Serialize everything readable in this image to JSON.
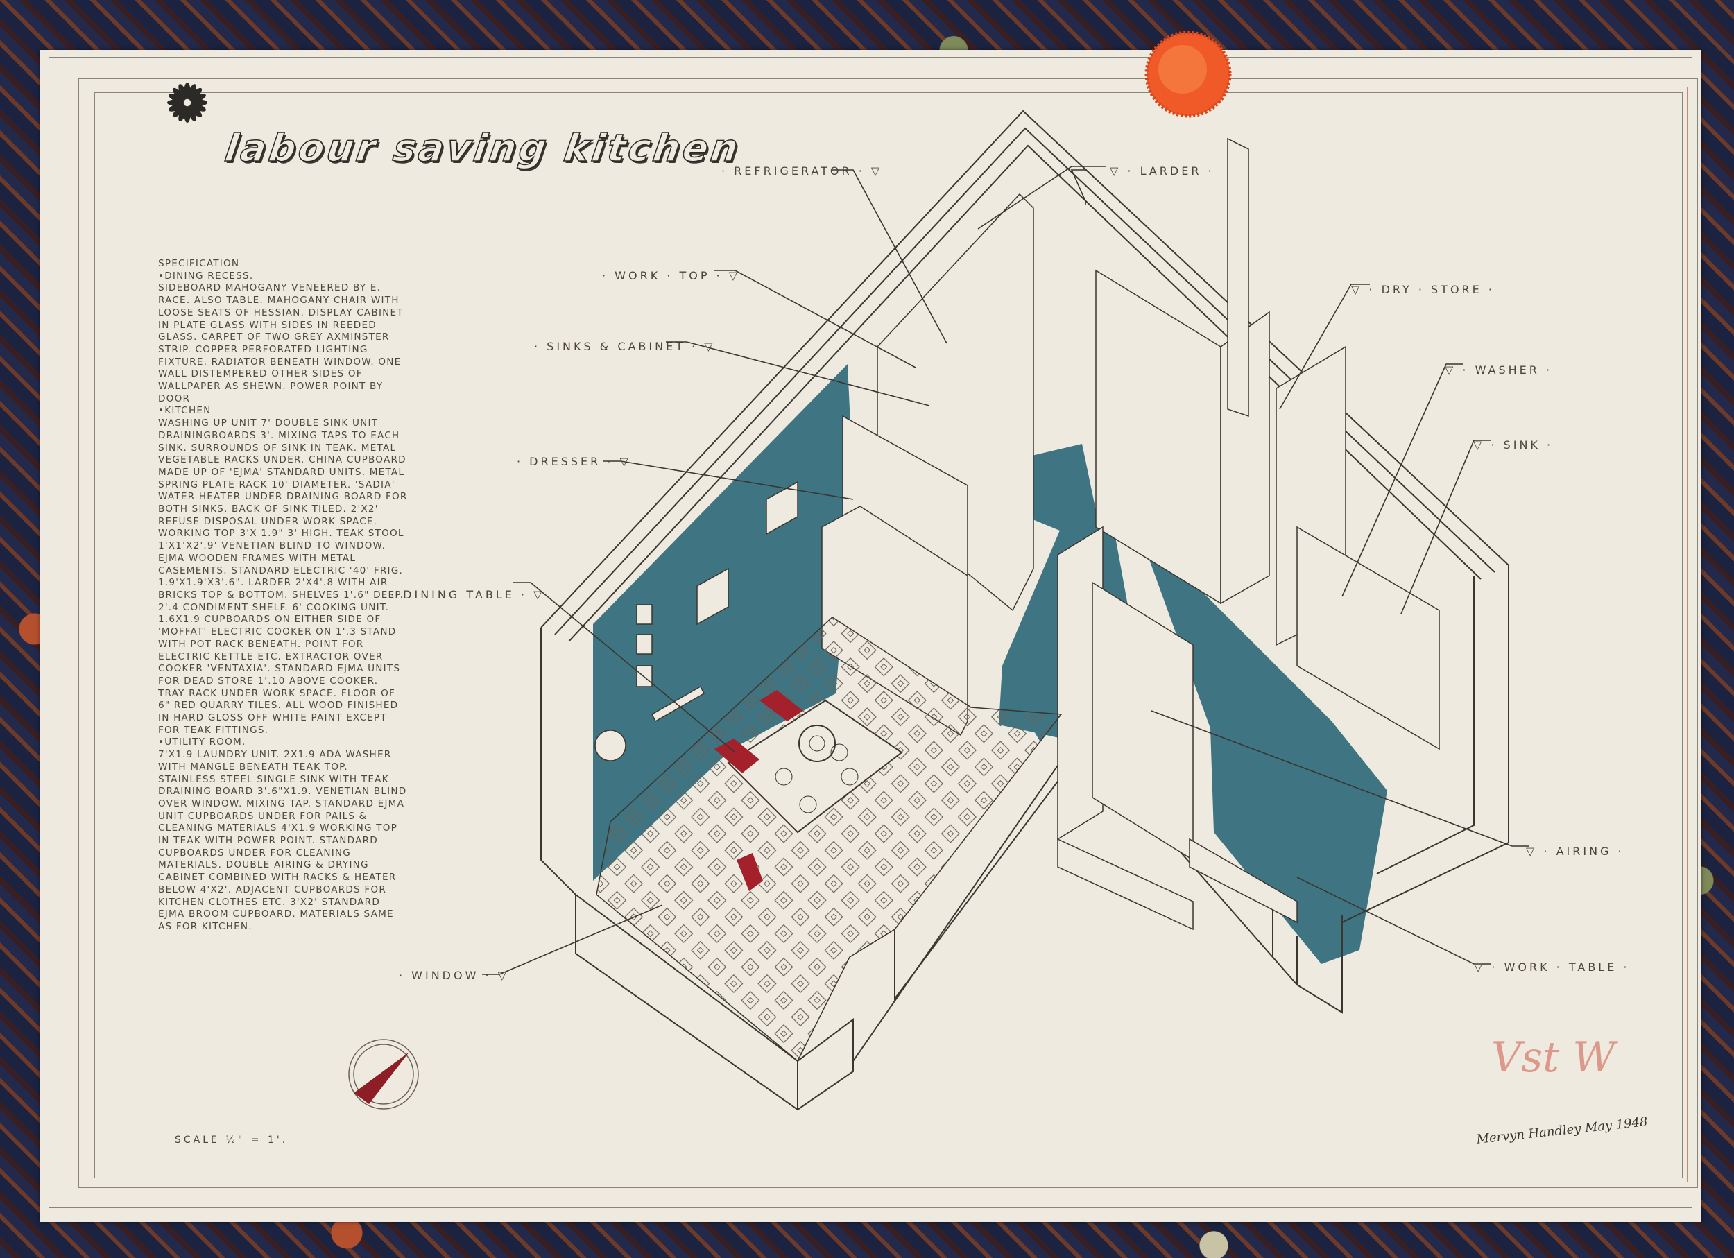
{
  "drawing": {
    "title": "labour saving kitchen",
    "scale_note": "SCALE ½\" = 1'.",
    "signature": "Mervyn Handley May 1948",
    "red_pencil_mark": "Vst W",
    "colors": {
      "paper": "#efeadf",
      "teal_wall": "#3f7482",
      "red_seat": "#a4202a",
      "ink": "#3a3630",
      "seal_orange": "#f05a28",
      "frame_red": "#c08a76"
    },
    "icons": [
      "sunburst-ornament-icon",
      "compass-north-arrow-icon",
      "red-seal-icon"
    ]
  },
  "specification": {
    "heading": "SPECIFICATION",
    "sections": [
      {
        "title": "•DINING RECESS.",
        "text": "SIDEBOARD MAHOGANY VENEERED by E. RACE. ALSO TABLE. MAHOGANY CHAIR WITH LOOSE SEATS OF HESSIAN. DISPLAY CABINET IN PLATE GLASS WITH SIDES IN REEDED GLASS. CARPET OF TWO GREY AXMINSTER STRIP. COPPER PERFORATED LIGHTING FIXTURE. RADIATOR BENEATH WINDOW. ONE WALL DISTEMPERED OTHER SIDES OF WALLPAPER AS SHEWN. POWER POINT BY DOOR"
      },
      {
        "title": "•KITCHEN",
        "text": "WASHING UP UNIT 7' DOUBLE SINK UNIT DRAININGBOARDS 3'. MIXING TAPS TO EACH SINK. SURROUNDS OF SINK IN TEAK. METAL VEGETABLE RACKS UNDER. CHINA CUPBOARD MADE UP OF 'EJMA' STANDARD UNITS. METAL SPRING PLATE RACK 10' DIAMETER. 'SADIA' WATER HEATER UNDER DRAINING BOARD FOR BOTH SINKS. BACK OF SINK TILED. 2'x2' REFUSE DISPOSAL UNDER WORK SPACE. WORKING TOP 3'x 1.9\" 3' HIGH. TEAK STOOL 1'x1'x2'.9' VENETIAN BLIND TO WINDOW. EJMA WOODEN FRAMES WITH METAL CASEMENTS. STANDARD ELECTRIC '40' FRIG. 1.9'x1.9'x3'.6\". LARDER 2'x4'.8 WITH AIR BRICKS TOP & BOTTOM. SHELVES 1'.6\" DEEP. 2'.4 CONDIMENT SHELF. 6' COOKING UNIT. 1.6x1.9 CUPBOARDS ON EITHER SIDE OF 'MOFFAT' ELECTRIC COOKER ON 1'.3 STAND WITH POT RACK BENEATH. POINT FOR ELECTRIC KETTLE ETC. EXTRACTOR OVER COOKER 'VENTAXIA'. STANDARD EJMA UNITS FOR DEAD STORE 1'.10 ABOVE COOKER. TRAY RACK UNDER WORK SPACE. FLOOR OF 6\" RED QUARRY TILES. ALL WOOD FINISHED IN HARD GLOSS OFF WHITE PAINT EXCEPT FOR TEAK FITTINGS."
      },
      {
        "title": "•UTILITY ROOM.",
        "text": "7'x1.9 LAUNDRY UNIT. 2x1.9 ADA WASHER WITH MANGLE BENEATH TEAK TOP. STAINLESS STEEL SINGLE SINK WITH TEAK DRAINING BOARD 3'.6\"x1.9. VENETIAN BLIND OVER WINDOW. MIXING TAP. STANDARD EJMA UNIT CUPBOARDS UNDER FOR PAILS & CLEANING MATERIALS 4'x1.9 WORKING TOP IN TEAK WITH POWER POINT. STANDARD CUPBOARDS UNDER FOR CLEANING MATERIALS. DOUBLE AIRING & DRYING CABINET COMBINED WITH RACKS & HEATER BELOW 4'x2'. ADJACENT CUPBOARDS FOR KITCHEN CLOTHES ETC. 3'x2' STANDARD EJMA BROOM CUPBOARD. MATERIALS SAME AS FOR KITCHEN."
      }
    ]
  },
  "callouts": {
    "refrigerator": "· REFRIGERATOR · ▽",
    "larder": "▽ · LARDER ·",
    "work_top": "· WORK · TOP · ▽",
    "sinks_cabinet": "· SINKS & CABINET · ▽",
    "dry_store": "▽ · DRY · STORE ·",
    "washer": "▽ · WASHER ·",
    "sink": "▽ · SINK ·",
    "dresser": "· DRESSER · ▽",
    "dining_table": "· DINING TABLE · ▽",
    "airing": "▽ · AIRING ·",
    "work_table": "▽ · WORK · TABLE ·",
    "window": "· WINDOW · ▽"
  }
}
